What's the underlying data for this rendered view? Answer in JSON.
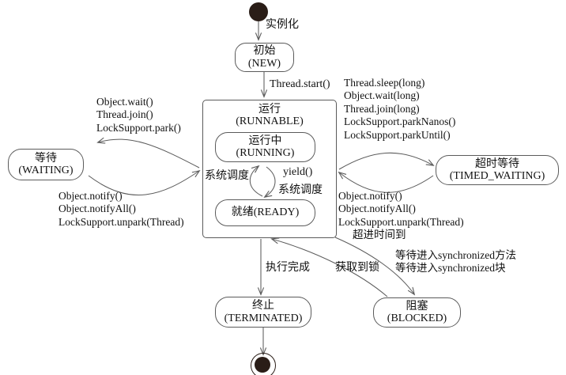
{
  "diagram": {
    "title": "Java Thread State Transition Diagram",
    "stroke_color": "#5b5b5b",
    "text_color": "#111111",
    "node_color": "#2a1d17"
  },
  "nodes": {
    "start": {
      "name": "start-node"
    },
    "end": {
      "name": "end-node"
    },
    "new": {
      "cn": "初始",
      "en": "(NEW)"
    },
    "runnable": {
      "cn": "运行",
      "en": "(RUNNABLE)"
    },
    "running": {
      "cn": "运行中",
      "en": "(RUNNING)"
    },
    "ready": {
      "cn": "就绪(READY)",
      "en": ""
    },
    "waiting": {
      "cn": "等待",
      "en": "(WAITING)"
    },
    "timed_waiting": {
      "cn": "超时等待",
      "en": "(TIMED_WAITING)"
    },
    "terminated": {
      "cn": "终止",
      "en": "(TERMINATED)"
    },
    "blocked": {
      "cn": "阻塞",
      "en": "(BLOCKED)"
    }
  },
  "edges": {
    "instantiate": "实例化",
    "thread_start": "Thread.start()",
    "to_waiting_l1": "Object.wait()",
    "to_waiting_l2": "Thread.join()",
    "to_waiting_l3": "LockSupport.park()",
    "from_waiting_l1": "Object.notify()",
    "from_waiting_l2": "Object.notifyAll()",
    "from_waiting_l3": "LockSupport.unpark(Thread)",
    "to_timed_l1": "Thread.sleep(long)",
    "to_timed_l2": "Object.wait(long)",
    "to_timed_l3": "Thread.join(long)",
    "to_timed_l4": "LockSupport.parkNanos()",
    "to_timed_l5": "LockSupport.parkUntil()",
    "from_timed_l1": "Object.notify()",
    "from_timed_l2": "Object.notifyAll()",
    "from_timed_l3": "LockSupport.unpark(Thread)",
    "from_timed_l4": "超进时间到",
    "sched_left": "系统调度",
    "yield": "yield()",
    "sched_right": "系统调度",
    "exec_done": "执行完成",
    "acquire_lock": "获取到锁",
    "blocked_l1": "等待进入synchronized方法",
    "blocked_l2": "等待进入synchronized块"
  }
}
